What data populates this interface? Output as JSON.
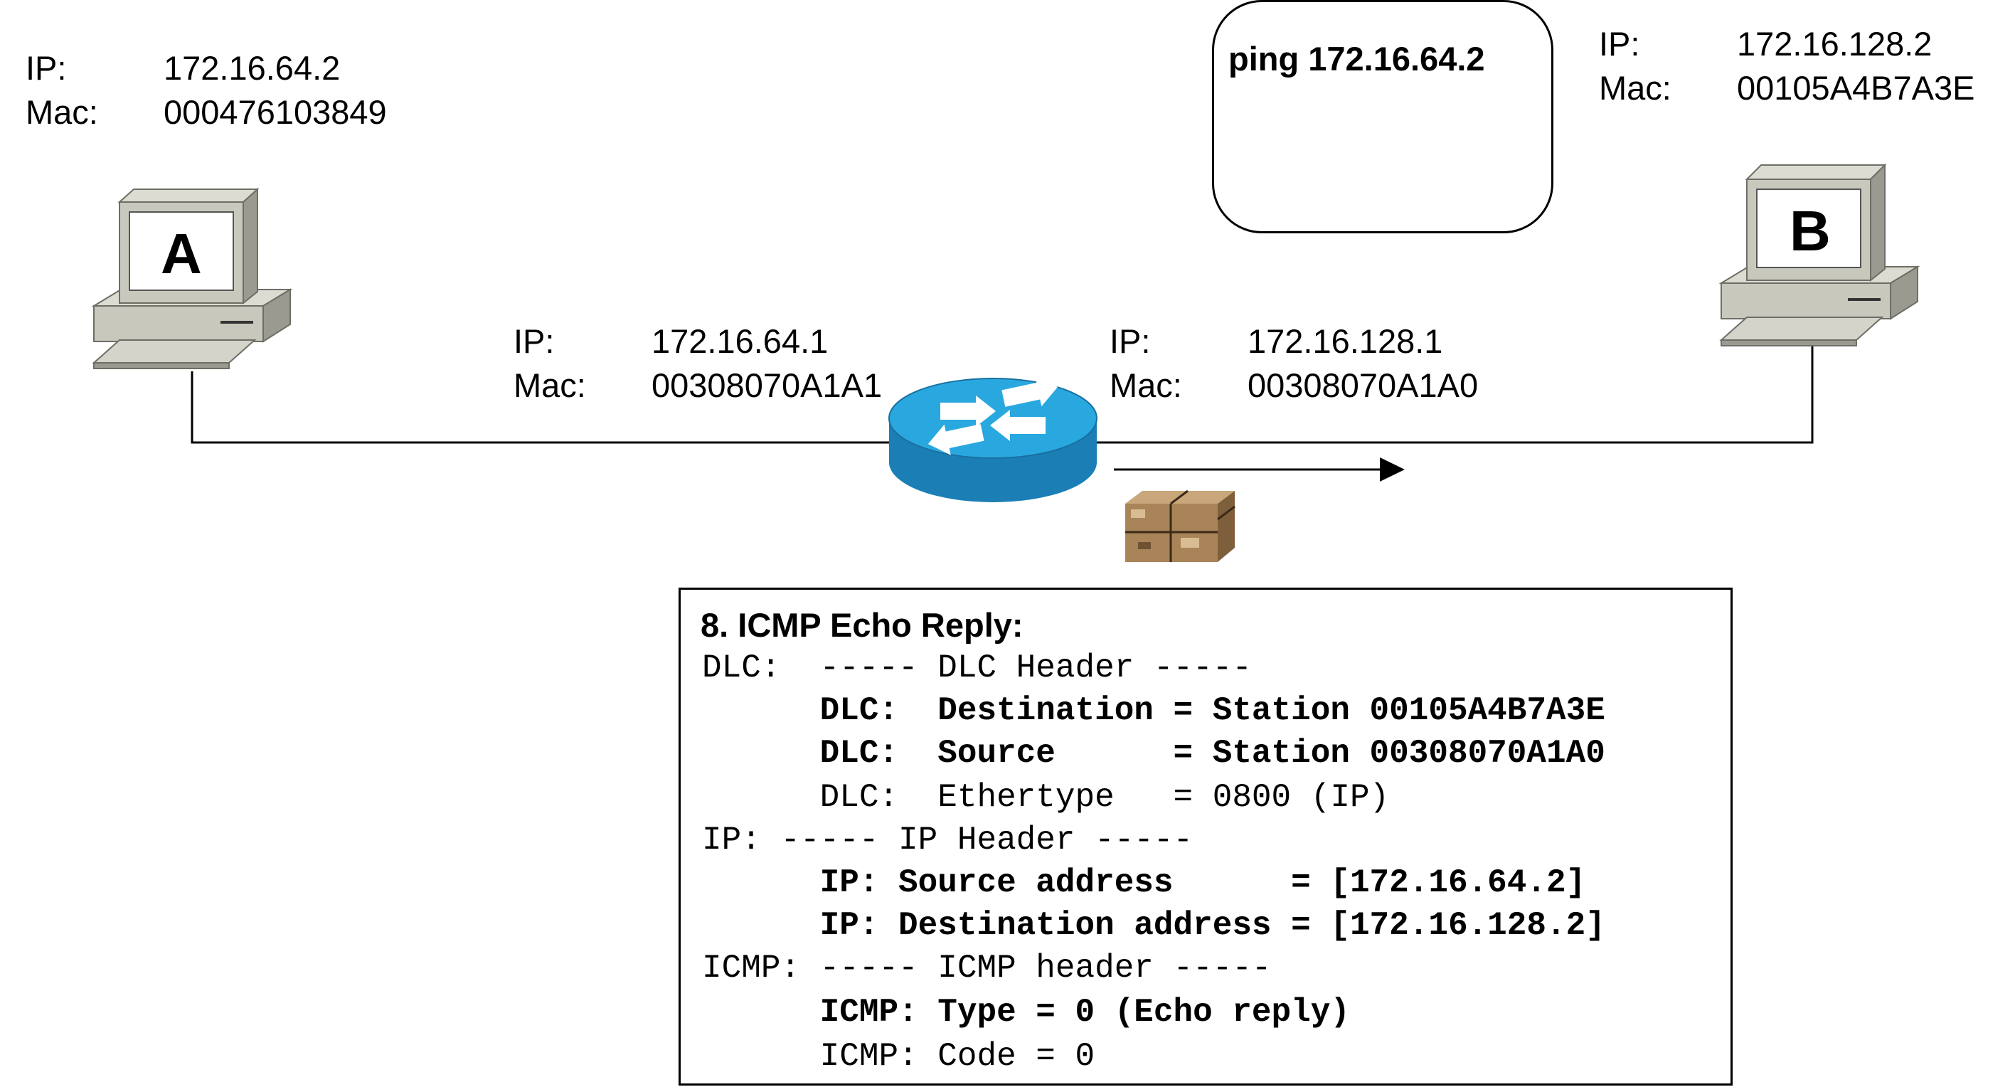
{
  "host_a": {
    "label": "A",
    "ip_label": "IP:",
    "ip": "172.16.64.2",
    "mac_label": "Mac:",
    "mac": "000476103849"
  },
  "host_b": {
    "label": "B",
    "ip_label": "IP:",
    "ip": "172.16.128.2",
    "mac_label": "Mac:",
    "mac": "00105A4B7A3E"
  },
  "router_left": {
    "ip_label": "IP:",
    "ip": "172.16.64.1",
    "mac_label": "Mac:",
    "mac": "00308070A1A1"
  },
  "router_right": {
    "ip_label": "IP:",
    "ip": "172.16.128.1",
    "mac_label": "Mac:",
    "mac": "00308070A1A0"
  },
  "ping_box": {
    "command": "ping 172.16.64.2"
  },
  "packet_detail": {
    "title": "8. ICMP Echo Reply:",
    "lines": [
      "DLC:  ----- DLC Header -----",
      "      DLC:  Destination = Station 00105A4B7A3E",
      "      DLC:  Source      = Station 00308070A1A0",
      "      DLC:  Ethertype   = 0800 (IP)",
      "IP: ----- IP Header -----",
      "      IP: Source address      = [172.16.64.2]",
      "      IP: Destination address = [172.16.128.2]",
      "ICMP: ----- ICMP header -----",
      "      ICMP: Type = 0 (Echo reply)",
      "      ICMP: Code = 0"
    ]
  },
  "colors": {
    "router_top": "#29a8e0",
    "router_side": "#1b7fb6",
    "computer_body": "#c8c8bc",
    "computer_shade": "#8e8e84",
    "line": "#000000"
  }
}
